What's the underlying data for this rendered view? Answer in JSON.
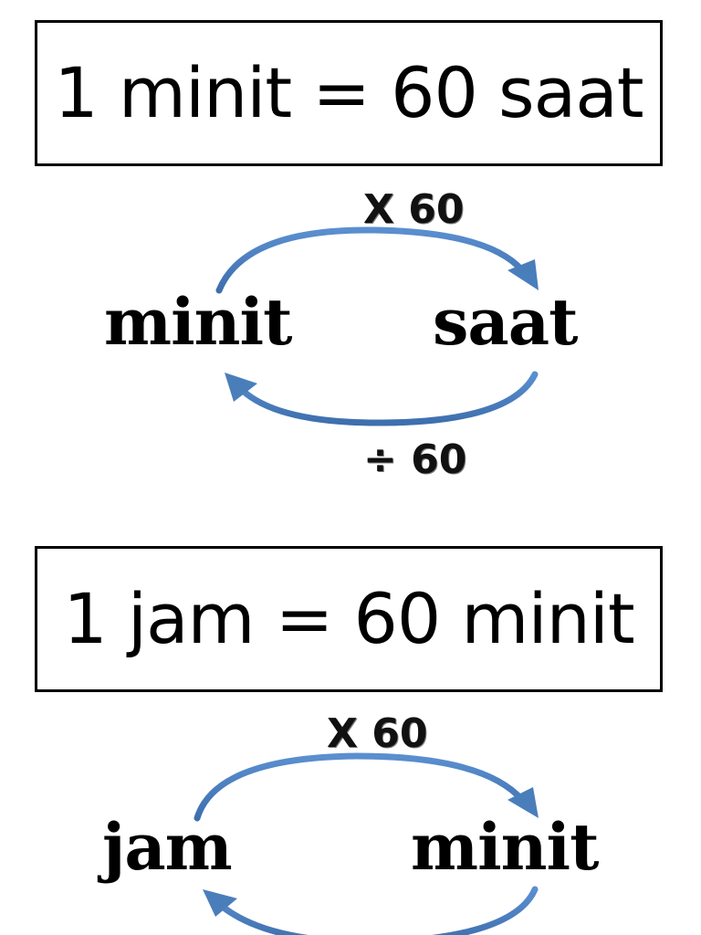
{
  "section1": {
    "equation": "1 minit = 60 saat",
    "left_unit": "minit",
    "right_unit": "saat",
    "top_operation": "X 60",
    "bottom_operation": "÷ 60"
  },
  "section2": {
    "equation": "1 jam = 60 minit",
    "left_unit": "jam",
    "right_unit": "minit",
    "top_operation": "X 60"
  },
  "arrow_color": "#4a7ebb"
}
